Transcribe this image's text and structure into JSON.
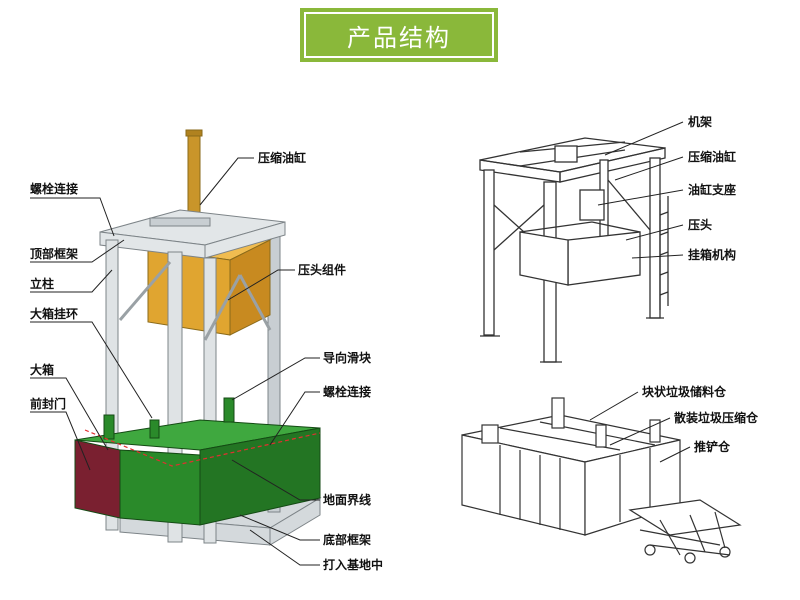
{
  "title": "产品结构",
  "colors": {
    "banner": "#8ab83a",
    "frame": "#d4d9dc",
    "cylinder": "#c9952a",
    "press_head": "#e0a530",
    "box": "#2a8a2a",
    "front_door": "#7a2030",
    "ground_line": "#e03030"
  },
  "left_labels": {
    "cylinder": "压缩油缸",
    "bolt_top": "螺栓连接",
    "top_frame": "顶部框架",
    "column": "立柱",
    "press_head": "压头组件",
    "hook_ring": "大箱挂环",
    "guide_slider": "导向滑块",
    "big_box": "大箱",
    "bolt_bottom": "螺栓连接",
    "front_door": "前封门",
    "ground_line": "地面界线",
    "bottom_frame": "底部框架",
    "into_pit": "打入基地中"
  },
  "right_labels": {
    "machine_frame": "机架",
    "cylinder": "压缩油缸",
    "cylinder_mount": "油缸支座",
    "press_head": "压头",
    "box_hook": "挂箱机构",
    "block_bin": "块状垃圾储料仓",
    "bulk_bin": "散装垃圾压缩仓",
    "push_bin": "推铲仓"
  }
}
